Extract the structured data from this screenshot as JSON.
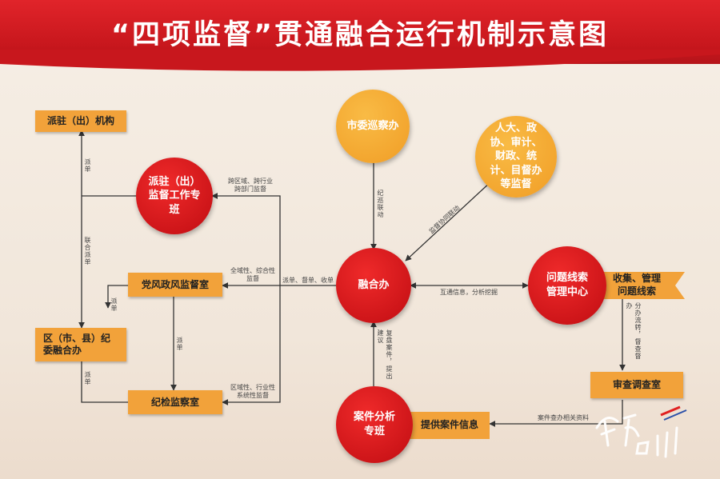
{
  "title": "“四项监督”贯通融合运行机制示意图",
  "nodes": {
    "paizhu_jigou": "派驻（出）机构",
    "paizhu_zhuanban": "派驻（出）监督工作专班",
    "dangfeng_shi": "党风政风监督室",
    "qu_ronghe": "区（市、县）纪委融合办",
    "jijian_shi": "纪检监察室",
    "shiwei_xuncha": "市委巡察办",
    "renda_etc": "人大、政协、审计、财政、统计、目督办等监督",
    "ronghe_ban": "融合办",
    "wenti_zhongxin": "问题线索管理中心",
    "shouji_guanli": "收集、管理问题线索",
    "shencha_shi": "审查调查室",
    "anjian_zhuanban": "案件分析专班",
    "tigong_xinxi": "提供案件信息"
  },
  "edge_labels": {
    "paidan_1": "派单",
    "lianhe_paidan": "联合派单",
    "paidan_2": "派单",
    "paidan_3": "派单",
    "paidan_4": "派单",
    "kuaquyu": "跨区域、跨行业跨部门监督",
    "quanyu": "全域性、综合性监督",
    "quyu_hangye": "区域性、行业性系统性监督",
    "paidan_duban": "派单、督单、收单",
    "jixun_liandong": "纪巡联动",
    "jiandu_xietong": "监督协同联动",
    "hutong_xinxi": "互通信息，分析挖掘",
    "fuban": "复盘案件，提出建议",
    "fenban": "分办流转，督查督办",
    "anjian_ziliao": "案件查办相关资料"
  },
  "watermark": "廉洁四川",
  "colors": {
    "red": "#cc1418",
    "orange": "#f2a23a",
    "banner": "#d11c22"
  }
}
